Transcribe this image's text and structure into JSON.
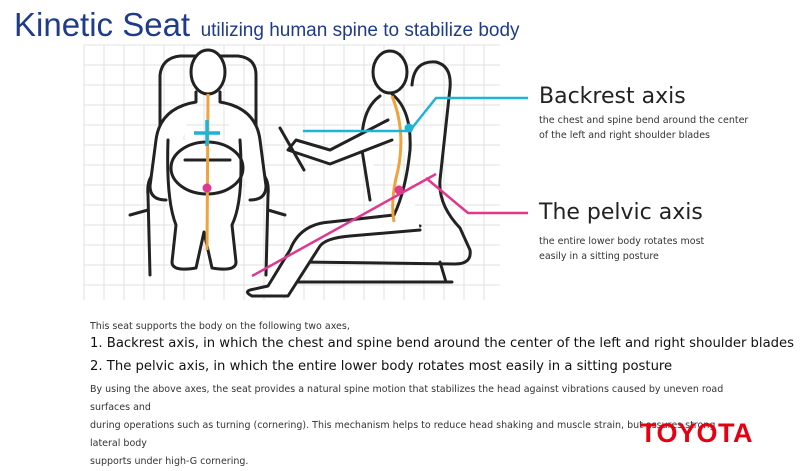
{
  "header": {
    "title": "Kinetic Seat",
    "subtitle": "utilizing human spine to stabilize body"
  },
  "figure": {
    "backrest": {
      "title": "Backrest axis",
      "desc_line1": "the chest and spine bend around the center",
      "desc_line2": "of the left and right shoulder blades",
      "color": "#1fb3d6"
    },
    "pelvic": {
      "title": "The pelvic axis",
      "desc_line1": "the entire lower body rotates most",
      "desc_line2": "easily in a sitting posture",
      "color": "#e0388f"
    },
    "spine_color": "#f0a23c",
    "grid_color": "#e2e2e2"
  },
  "body": {
    "intro": "This seat supports the body on the following two axes,",
    "point1": "1. Backrest axis, in which the chest and spine bend around the center of the left and right shoulder blades",
    "point2": "2. The pelvic axis, in which the entire lower body rotates most easily in a sitting posture",
    "para_line1": "By using the above axes, the seat provides a natural spine motion that stabilizes the head against vibrations caused by uneven road surfaces and",
    "para_line2": "during operations such as turning (cornering). This mechanism helps to reduce head shaking and muscle strain, but assures strong lateral body",
    "para_line3": "supports under high-G cornering."
  },
  "logo": {
    "text": "TOYOTA",
    "color": "#e60012"
  }
}
